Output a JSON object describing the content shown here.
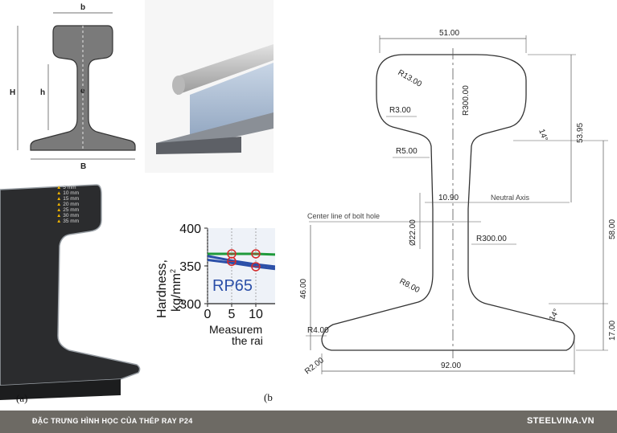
{
  "cross_section": {
    "labels": {
      "b": "b",
      "B": "B",
      "H": "H",
      "h": "h",
      "e": "e"
    }
  },
  "hardness_photo": {
    "depth_labels": [
      "5 mm",
      "10 mm",
      "15 mm",
      "20 mm",
      "25 mm",
      "30 mm",
      "35 mm"
    ],
    "caption": "(a)"
  },
  "hardness_chart": {
    "caption": "(b",
    "series_label": "RP65",
    "ylabel_line1": "Hardness,",
    "ylabel_line2": "kg/mm",
    "ylabel_sup": "2",
    "xlabel_line1": "Measurem",
    "xlabel_line2": "the rai",
    "colors": {
      "green": "#1f9a3a",
      "blue": "#2b4fa8",
      "marker": "#d62a2a"
    }
  },
  "chart_data": {
    "type": "line",
    "yticks": [
      300,
      350,
      400
    ],
    "xticks": [
      0,
      5,
      10
    ],
    "ylim": [
      300,
      400
    ],
    "xlim": [
      0,
      14
    ],
    "series": [
      {
        "name": "",
        "color": "#1f9a3a",
        "x": [
          0,
          5,
          10,
          14
        ],
        "y": [
          366,
          366,
          366,
          365
        ]
      },
      {
        "name": "",
        "color": "#2b4fa8",
        "x": [
          0,
          5,
          10,
          14
        ],
        "y": [
          363,
          357,
          352,
          349
        ]
      },
      {
        "name": "",
        "color": "#2b4fa8",
        "x": [
          0,
          5,
          10,
          14
        ],
        "y": [
          358,
          354,
          349,
          346
        ]
      }
    ],
    "markers": [
      {
        "x": 5,
        "y": 366
      },
      {
        "x": 5,
        "y": 356
      },
      {
        "x": 10,
        "y": 366
      },
      {
        "x": 10,
        "y": 349
      }
    ]
  },
  "rail_drawing": {
    "dimensions": {
      "top_width": "51.00",
      "bottom_width": "92.00",
      "head_height": "53.95",
      "total_right": "58.00",
      "foot_height": "17.00",
      "web_left": "46.00",
      "web_thickness": "10.90",
      "bolt_hole": "Ø22.00",
      "r13": "R13.00",
      "r3": "R3.00",
      "r300_head": "R300.00",
      "r5": "R5.00",
      "r300_web": "R300.00",
      "r8": "R8.00",
      "r4": "R4.00",
      "r2": "R2.00",
      "angle_head": "14°",
      "angle_foot": "14°"
    },
    "labels": {
      "neutral_axis": "Neutral Axis",
      "bolt_line": "Center line of bolt hole"
    }
  },
  "footer": {
    "caption": "ĐẶC TRƯNG HÌNH HỌC CỦA THÉP RAY P24",
    "brand": "STEELVINA.VN"
  }
}
